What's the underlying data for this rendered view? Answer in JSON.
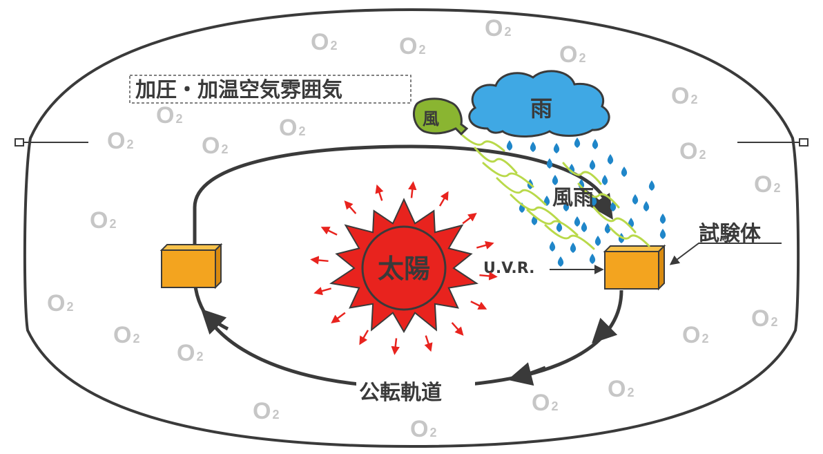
{
  "labels": {
    "atmosphere": "加圧・加温空気雰囲気",
    "rain": "雨",
    "wind": "風",
    "wind_rain": "風雨",
    "specimen": "試験体",
    "sun": "太陽",
    "uvr": "U.V.R.",
    "orbit": "公転軌道"
  },
  "oxygen": {
    "symbol": "O",
    "subscript": "2"
  },
  "colors": {
    "sun": "#e8231e",
    "sun_arrows": "#e8231e",
    "cloud": "#3fa8e4",
    "rain_drops": "#1f86c9",
    "wind_bag": "#8ab531",
    "wind_streaks": "#b9d94a",
    "specimen": "#f3a41f",
    "outline": "#3a3a3a",
    "oxygen": "#c6c6c6"
  },
  "icons": {
    "sun": "sun-burst-icon",
    "cloud": "rain-cloud-icon",
    "wind": "wind-bag-icon",
    "specimen": "specimen-box-icon"
  }
}
